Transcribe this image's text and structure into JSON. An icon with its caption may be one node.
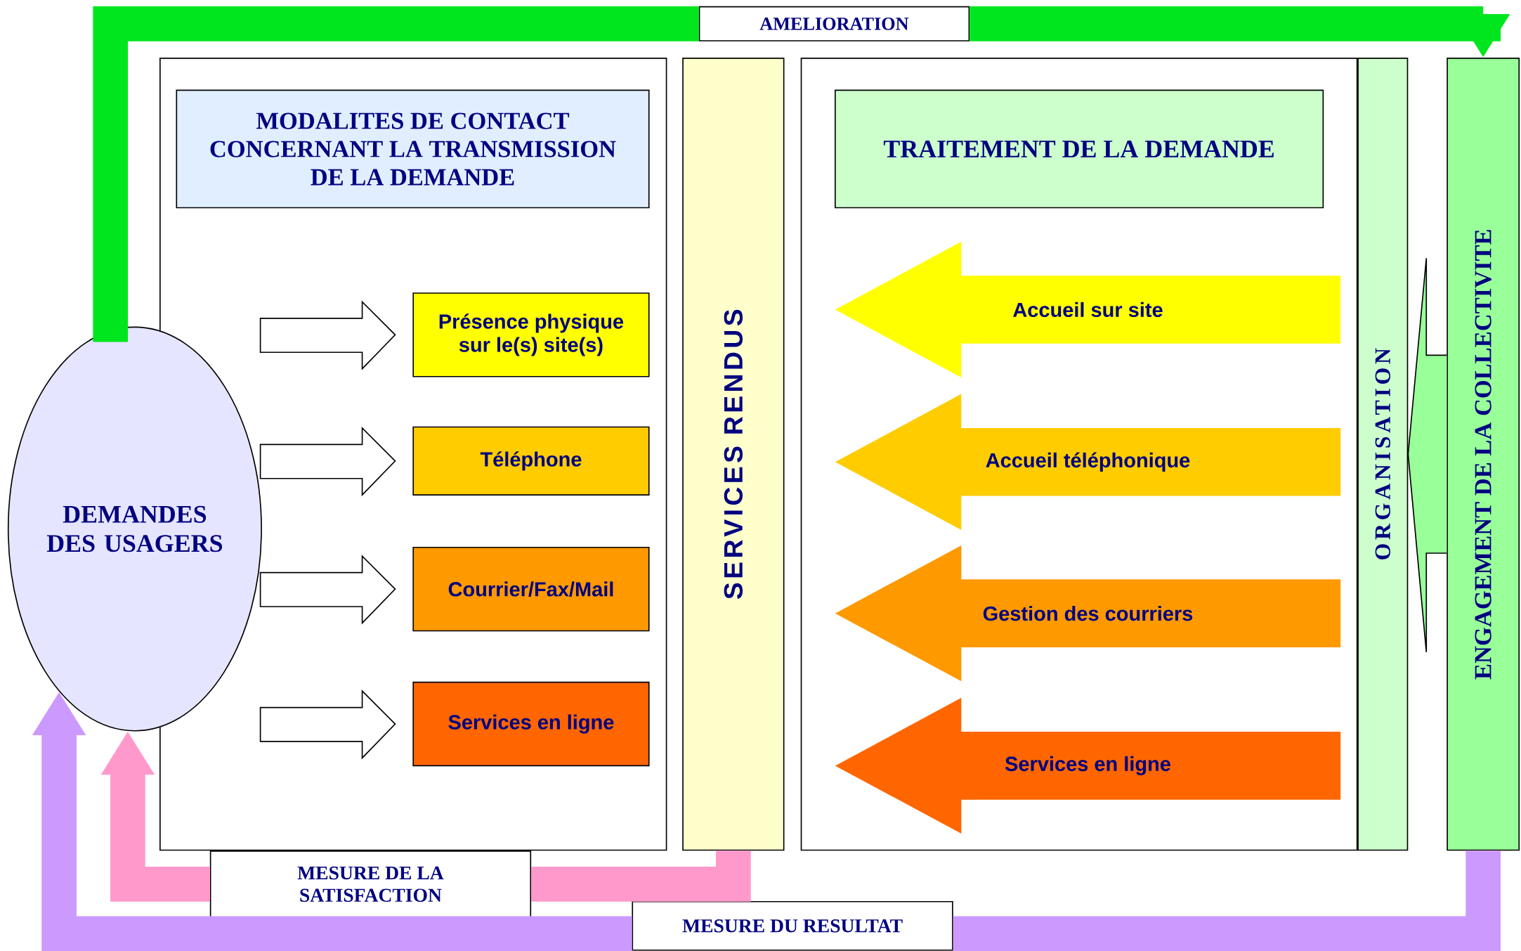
{
  "diagram": {
    "nodes": [
      {
        "text": [
          "AMELIORATION"
        ]
      },
      {
        "text": [],
        "shape": "box"
      },
      {
        "text": [
          "MODALITES DE CONTACT CONCERNANT LA TRANSMISSION DE LA DEMANDE"
        ],
        "in": 1
      },
      {
        "text": [
          "Présence physique sur le(s) site(s)"
        ],
        "in": 1
      },
      {
        "text": [
          "Téléphone"
        ],
        "in": 1
      },
      {
        "text": [
          "Courrier/Fax/Mail"
        ],
        "in": 1
      },
      {
        "text": [
          "Services en ligne"
        ],
        "in": 1
      },
      {
        "text": [
          "SERVICES RENDUS"
        ]
      },
      {
        "text": [],
        "shape": "box"
      },
      {
        "text": [
          "TRAITEMENT DE LA DEMANDE"
        ],
        "in": 8
      },
      {
        "text": [
          "Accueil sur site"
        ],
        "in": 8
      },
      {
        "text": [
          "Accueil téléphonique"
        ],
        "in": 8
      },
      {
        "text": [
          "Gestion des courriers"
        ],
        "in": 8
      },
      {
        "text": [
          "Services en ligne"
        ],
        "in": 8
      },
      {
        "text": [
          "ORGANISATION"
        ]
      },
      {
        "text": [
          "ENGAGEMENT DE LA COLLECTIVITE"
        ]
      },
      {
        "text": [
          "DEMANDES DES USAGERS"
        ]
      },
      {
        "text": [
          "MESURE DE LA SATISFACTION"
        ]
      },
      {
        "text": [
          "MESURE DU RESULTAT"
        ]
      }
    ],
    "edges": [
      {
        "from": 16,
        "to": 0,
        "arrow": "none",
        "color": "#00e61e"
      },
      {
        "from": 0,
        "to": 15,
        "arrow": "to",
        "color": "#00e61e"
      },
      {
        "from": null,
        "to": 3,
        "arrow": "to"
      },
      {
        "from": null,
        "to": 4,
        "arrow": "to"
      },
      {
        "from": null,
        "to": 5,
        "arrow": "to"
      },
      {
        "from": null,
        "to": 6,
        "arrow": "to"
      },
      {
        "from": 15,
        "to": 14,
        "arrow": "to",
        "color": "#99ff99"
      },
      {
        "from": 7,
        "to": 17,
        "arrow": "none",
        "color": "#ff99cc"
      },
      {
        "from": 17,
        "to": 16,
        "arrow": "to",
        "color": "#ff99cc"
      },
      {
        "from": 15,
        "to": 18,
        "arrow": "none",
        "color": "#cc99ff"
      },
      {
        "from": 18,
        "to": 16,
        "arrow": "to",
        "color": "#cc99ff"
      }
    ]
  }
}
